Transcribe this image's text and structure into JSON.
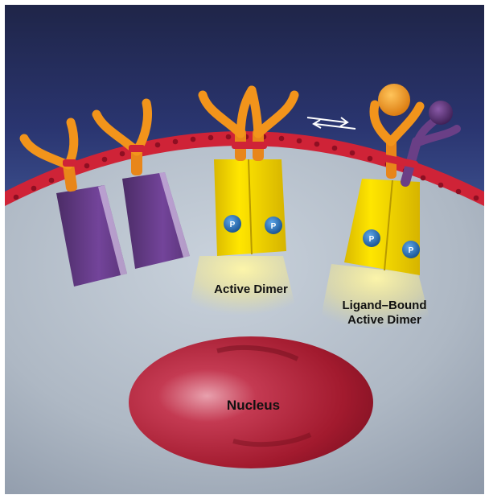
{
  "labels": {
    "active_dimer": "Active Dimer",
    "ligand_bound_line1": "Ligand–Bound",
    "ligand_bound_line2": "Active Dimer",
    "nucleus": "Nucleus",
    "phospho_mark": "P"
  },
  "colors": {
    "extracellular_top": "#22284f",
    "extracellular_bottom": "#2d3c7a",
    "cytoplasm": "#aeb8c4",
    "membrane": "#cf2337",
    "membrane_dots": "#8e0f22",
    "receptor_arm": "#f2941b",
    "inactive_receptor": "#6a3f86",
    "active_receptor": "#f0d400",
    "phosphate": "#1f6fb8",
    "ligand_orange": "#f39a1d",
    "ligand_purple": "#5a2f70",
    "nucleus": "#a21a2e"
  }
}
